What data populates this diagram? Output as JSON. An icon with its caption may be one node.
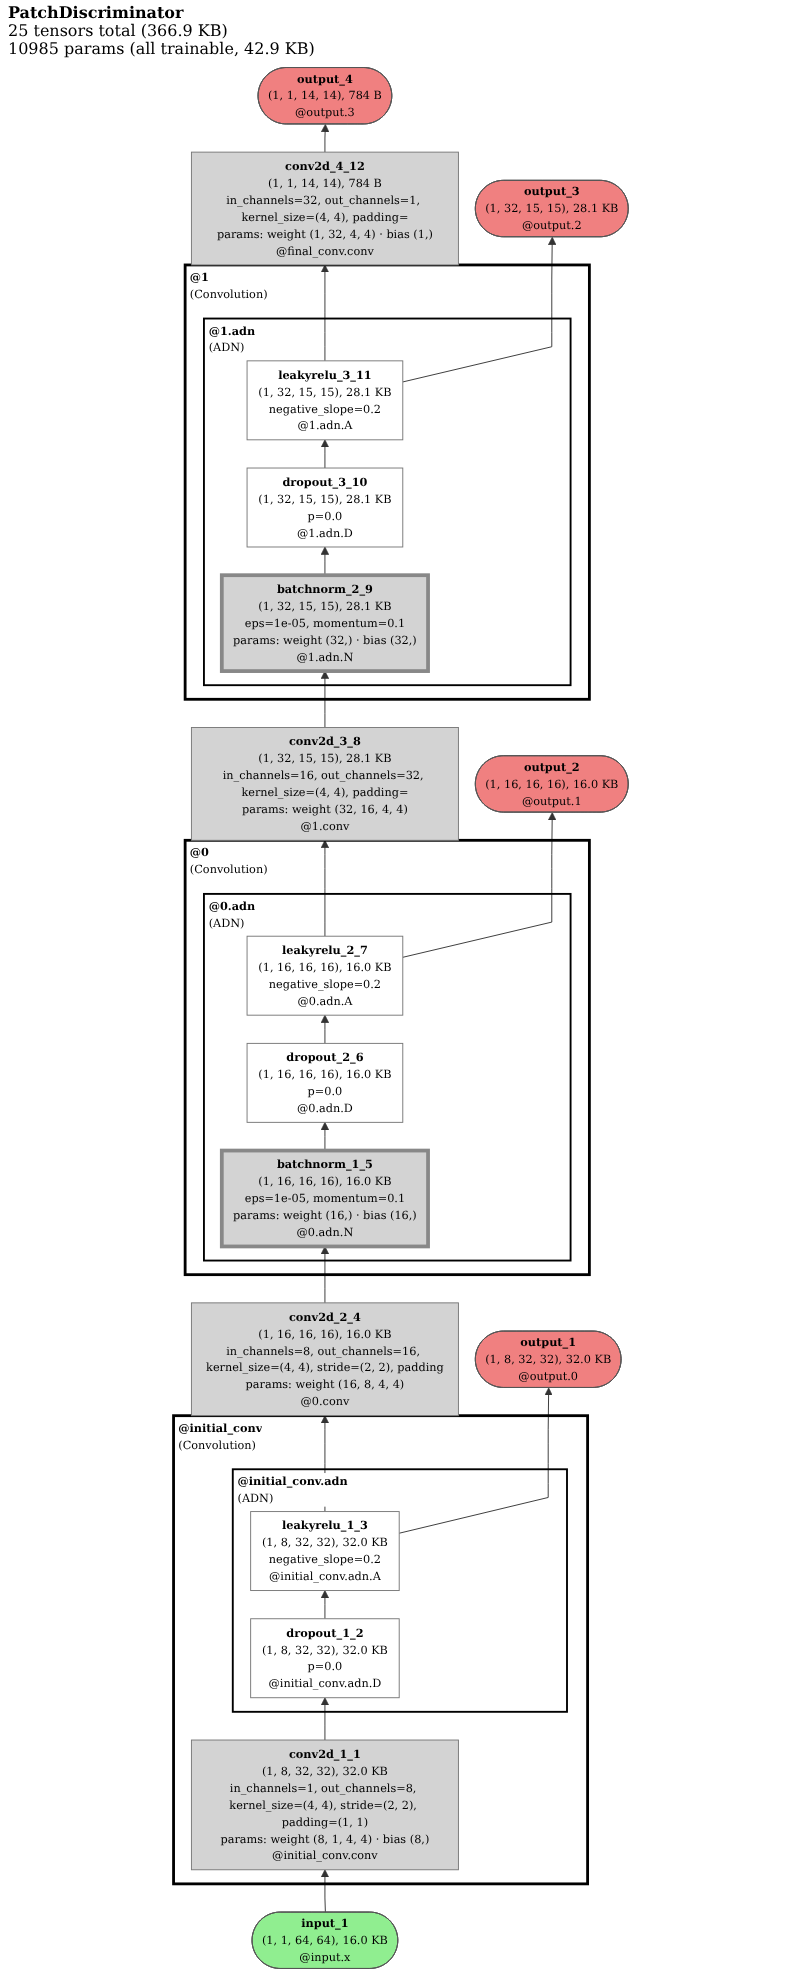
{
  "diagram": {
    "title": "PatchDiscriminator",
    "nodes": [
      {
        "text": [
          "output_4",
          "(1, 1, 14, 14), 784 B",
          "@output.3"
        ]
      },
      {
        "text": [
          "conv2d_4_12",
          "(1, 1, 14, 14), 784 B",
          "in_channels=32, out_channels=1, kernel_size=(4, 4), padding=",
          "params: weight (1, 32, 4, 4) · bias (1,)",
          "@final_conv.conv"
        ]
      },
      {
        "text": [
          "output_3",
          "(1, 32, 15, 15), 28.1 KB",
          "@output.2"
        ]
      },
      {
        "text": [
          "@1",
          "(Convolution)"
        ]
      },
      {
        "text": [
          "@1.adn",
          "(ADN)"
        ],
        "in": 3
      },
      {
        "text": [
          "leakyrelu_3_11",
          "(1, 32, 15, 15), 28.1 KB",
          "negative_slope=0.2",
          "@1.adn.A"
        ],
        "in": 4
      },
      {
        "text": [
          "dropout_3_10",
          "(1, 32, 15, 15), 28.1 KB",
          "p=0.0",
          "@1.adn.D"
        ],
        "in": 4
      },
      {
        "text": [
          "batchnorm_2_9",
          "(1, 32, 15, 15), 28.1 KB",
          "eps=1e-05, momentum=0.1",
          "params: weight (32,) · bias (32,)",
          "@1.adn.N"
        ],
        "in": 4
      },
      {
        "text": [
          "conv2d_3_8",
          "(1, 32, 15, 15), 28.1 KB",
          "in_channels=16, out_channels=32, kernel_size=(4, 4), padding=",
          "params: weight (32, 16, 4, 4)",
          "@1.conv"
        ]
      },
      {
        "text": [
          "output_2",
          "(1, 16, 16, 16), 16.0 KB",
          "@output.1"
        ]
      },
      {
        "text": [
          "@0",
          "(Convolution)"
        ]
      },
      {
        "text": [
          "@0.adn",
          "(ADN)"
        ],
        "in": 10
      },
      {
        "text": [
          "leakyrelu_2_7",
          "(1, 16, 16, 16), 16.0 KB",
          "negative_slope=0.2",
          "@0.adn.A"
        ],
        "in": 11
      },
      {
        "text": [
          "dropout_2_6",
          "(1, 16, 16, 16), 16.0 KB",
          "p=0.0",
          "@0.adn.D"
        ],
        "in": 11
      },
      {
        "text": [
          "batchnorm_1_5",
          "(1, 16, 16, 16), 16.0 KB",
          "eps=1e-05, momentum=0.1",
          "params: weight (16,) · bias (16,)",
          "@0.adn.N"
        ],
        "in": 11
      },
      {
        "text": [
          "conv2d_2_4",
          "(1, 16, 16, 16), 16.0 KB",
          "in_channels=8, out_channels=16, kernel_size=(4, 4), stride=(2, 2), padding",
          "params: weight (16, 8, 4, 4)",
          "@0.conv"
        ]
      },
      {
        "text": [
          "output_1",
          "(1, 8, 32, 32), 32.0 KB",
          "@output.0"
        ]
      },
      {
        "text": [
          "@initial_conv",
          "(Convolution)"
        ]
      },
      {
        "text": [
          "@initial_conv.adn",
          "(ADN)"
        ],
        "in": 17
      },
      {
        "text": [
          "leakyrelu_1_3",
          "(1, 8, 32, 32), 32.0 KB",
          "negative_slope=0.2",
          "@initial_conv.adn.A"
        ],
        "in": 18
      },
      {
        "text": [
          "dropout_1_2",
          "(1, 8, 32, 32), 32.0 KB",
          "p=0.0",
          "@initial_conv.adn.D"
        ],
        "in": 18
      },
      {
        "text": [
          "conv2d_1_1",
          "(1, 8, 32, 32), 32.0 KB",
          "in_channels=1, out_channels=8, kernel_size=(4, 4), stride=(2, 2), padding=(1, 1)",
          "params: weight (8, 1, 4, 4) · bias (8,)",
          "@initial_conv.conv"
        ],
        "in": 17
      },
      {
        "text": [
          "input_1",
          "(1, 1, 64, 64), 16.0 KB",
          "@input.x"
        ]
      }
    ],
    "edges": [
      {
        "from": 22,
        "to": 21,
        "arrow": "to"
      },
      {
        "from": 21,
        "to": 20,
        "arrow": "to"
      },
      {
        "from": 20,
        "to": 19,
        "arrow": "to"
      },
      {
        "from": 19,
        "to": 15,
        "arrow": "to"
      },
      {
        "from": 19,
        "to": 16,
        "arrow": "to"
      },
      {
        "from": 15,
        "to": 14,
        "arrow": "to"
      },
      {
        "from": 14,
        "to": 13,
        "arrow": "to"
      },
      {
        "from": 13,
        "to": 12,
        "arrow": "to"
      },
      {
        "from": 12,
        "to": 8,
        "arrow": "to"
      },
      {
        "from": 12,
        "to": 9,
        "arrow": "to"
      },
      {
        "from": 8,
        "to": 7,
        "arrow": "to"
      },
      {
        "from": 7,
        "to": 6,
        "arrow": "to"
      },
      {
        "from": 6,
        "to": 5,
        "arrow": "to"
      },
      {
        "from": 5,
        "to": 1,
        "arrow": "to"
      },
      {
        "from": 5,
        "to": 2,
        "arrow": "to"
      },
      {
        "from": 1,
        "to": 0,
        "arrow": "to"
      }
    ],
    "labels": [
      "25 tensors total (366.9 KB)",
      "10985 params (all trainable, 42.9 KB)"
    ]
  }
}
